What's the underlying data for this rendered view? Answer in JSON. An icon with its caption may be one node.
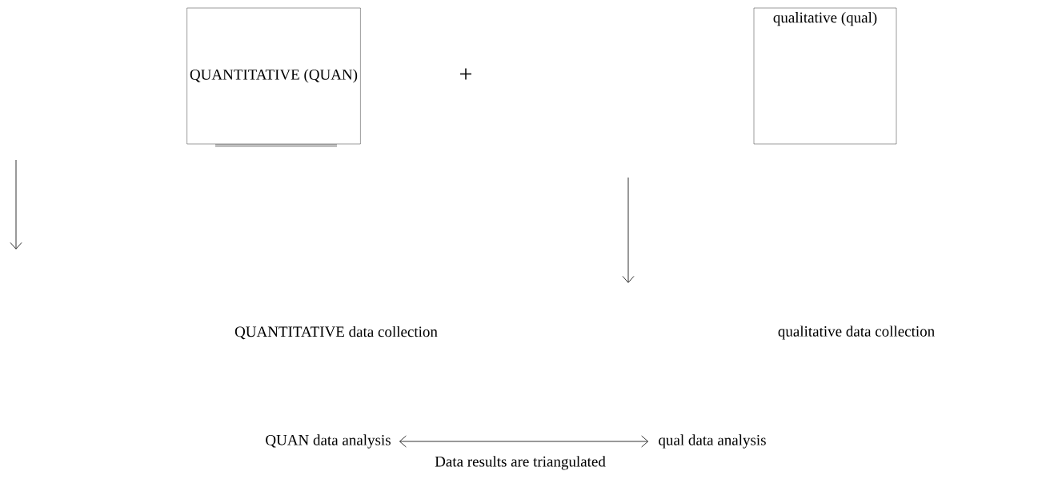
{
  "diagram": {
    "nodes": [
      {
        "text": [
          "QUANTITATIVE (QUAN)"
        ]
      },
      {
        "text": [
          "qualitative (qual)"
        ]
      },
      {
        "text": [
          "QUAN data analysis"
        ]
      },
      {
        "text": [
          "qual data analysis"
        ]
      }
    ],
    "edges": [
      {
        "from": 2,
        "to": 3,
        "arrow": "both",
        "label": "Data results are triangulated"
      }
    ],
    "labels": [
      "+",
      "QUANTITATIVE data collection",
      "qualitative data collection"
    ]
  }
}
